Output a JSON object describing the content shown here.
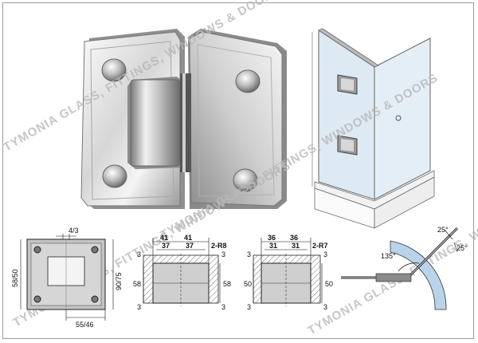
{
  "watermark": {
    "text": "TYMONIA GLASS, FITTINGS, WINDOWS & DOORS"
  },
  "drawing_front": {
    "dim_top": "4/3",
    "dim_height": "58/50",
    "dim_right": "90/75",
    "dim_bottom": "55/46"
  },
  "drawing_cutout_1": {
    "top_outer_left": "41",
    "top_outer_right": "41",
    "top_inner_left": "37",
    "top_inner_right": "37",
    "radius": "2-R8",
    "left_height": "58",
    "right_height": "58",
    "corner_top_left": "3",
    "corner_bottom_left": "3",
    "corner_top_right": "3",
    "corner_bottom_right": "3"
  },
  "drawing_cutout_2": {
    "top_outer_left": "36",
    "top_outer_right": "36",
    "top_inner_left": "31",
    "top_inner_right": "31",
    "radius": "2-R7",
    "left_height": "50",
    "right_height": "50",
    "corner_top_left": "3",
    "corner_bottom_left": "3",
    "corner_top_right": "3",
    "corner_bottom_right": "3"
  },
  "drawing_angle": {
    "angle_main": "135°",
    "angle_a": "25°",
    "angle_b": "25°"
  },
  "colors": {
    "chrome_light": "#f2f2f2",
    "chrome_mid": "#c9c9c9",
    "chrome_dark": "#6e6e6e",
    "glass": "#d8e6f2",
    "blueprint_fill": "#c8c8c8",
    "arc_fill": "#b9d4ea"
  }
}
